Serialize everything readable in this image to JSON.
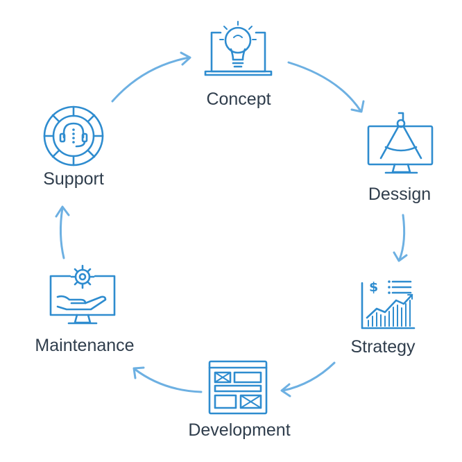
{
  "diagram": {
    "stages": [
      {
        "id": "concept",
        "label": "Concept",
        "icon": "lightbulb-laptop-icon"
      },
      {
        "id": "design",
        "label": "Dessign",
        "icon": "compass-monitor-icon"
      },
      {
        "id": "strategy",
        "label": "Strategy",
        "icon": "financial-chart-icon"
      },
      {
        "id": "development",
        "label": "Development",
        "icon": "wireframe-layout-icon"
      },
      {
        "id": "maintenance",
        "label": "Maintenance",
        "icon": "gear-hand-monitor-icon"
      },
      {
        "id": "support",
        "label": "Support",
        "icon": "headset-support-icon"
      }
    ],
    "colors": {
      "icon": "#2e8ccf",
      "arrow": "#6db0e2",
      "text": "#2f3d4c"
    }
  }
}
